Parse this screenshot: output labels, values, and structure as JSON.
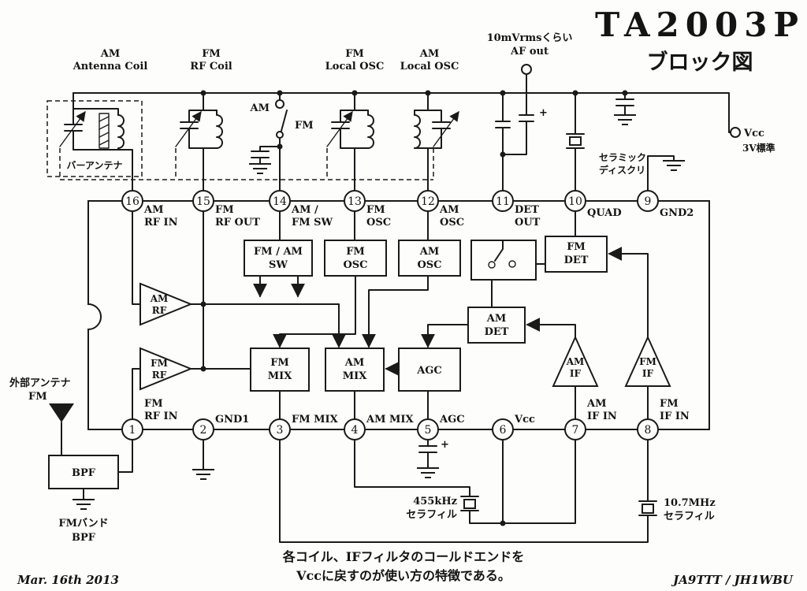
{
  "colors": {
    "ink": "#1a1a1a",
    "paper": "#fdfdfb"
  },
  "title": "TA2003P",
  "subtitle": "ブロック図",
  "af_out": {
    "level": "10mVrmsくらい",
    "label": "AF out"
  },
  "coils": {
    "am_antenna": [
      "AM",
      "Antenna Coil"
    ],
    "fm_rf": [
      "FM",
      "RF Coil"
    ],
    "fm_local": [
      "FM",
      "Local OSC"
    ],
    "am_local": [
      "AM",
      "Local OSC"
    ],
    "bar_antenna": "バーアンテナ"
  },
  "band_switch": {
    "am": "AM",
    "fm": "FM"
  },
  "power": {
    "vcc": "Vcc",
    "standard": "3V標準"
  },
  "discriminator": [
    "セラミック",
    "ディスクリ"
  ],
  "ic": {
    "pins_top": [
      {
        "num": "16",
        "label": [
          "AM",
          "RF IN"
        ]
      },
      {
        "num": "15",
        "label": [
          "FM",
          "RF OUT"
        ]
      },
      {
        "num": "14",
        "label": [
          "AM /",
          "FM SW"
        ]
      },
      {
        "num": "13",
        "label": [
          "FM",
          "OSC"
        ]
      },
      {
        "num": "12",
        "label": [
          "AM",
          "OSC"
        ]
      },
      {
        "num": "11",
        "label": [
          "DET",
          "OUT"
        ]
      },
      {
        "num": "10",
        "label": [
          "QUAD"
        ]
      },
      {
        "num": "9",
        "label": [
          "GND2"
        ]
      }
    ],
    "pins_bottom": [
      {
        "num": "1",
        "label": [
          "FM",
          "RF IN"
        ]
      },
      {
        "num": "2",
        "label": [
          "GND1"
        ]
      },
      {
        "num": "3",
        "label": [
          "FM MIX"
        ]
      },
      {
        "num": "4",
        "label": [
          "AM MIX"
        ]
      },
      {
        "num": "5",
        "label": [
          "AGC"
        ]
      },
      {
        "num": "6",
        "label": [
          "Vcc"
        ]
      },
      {
        "num": "7",
        "label": [
          "AM",
          "IF IN"
        ]
      },
      {
        "num": "8",
        "label": [
          "FM",
          "IF IN"
        ]
      }
    ],
    "blocks": {
      "fm_am_sw": [
        "FM / AM",
        "SW"
      ],
      "fm_osc": [
        "FM",
        "OSC"
      ],
      "am_osc": [
        "AM",
        "OSC"
      ],
      "fm_det": [
        "FM",
        "DET"
      ],
      "am_det": [
        "AM",
        "DET"
      ],
      "am_rf": [
        "AM",
        "RF"
      ],
      "fm_rf": [
        "FM",
        "RF"
      ],
      "fm_mix": [
        "FM",
        "MIX"
      ],
      "am_mix": [
        "AM",
        "MIX"
      ],
      "agc": [
        "AGC"
      ],
      "am_if": [
        "AM",
        "IF"
      ],
      "fm_if": [
        "FM",
        "IF"
      ]
    }
  },
  "external": {
    "antenna": [
      "外部アンテナ",
      "FM"
    ],
    "bpf_box": "BPF",
    "bpf_label": [
      "FMバンド",
      "BPF"
    ],
    "filter_455": [
      "455kHz",
      "セラフィル"
    ],
    "filter_107": [
      "10.7MHz",
      "セラフィル"
    ]
  },
  "symbols": {
    "plus": "+"
  },
  "footer": {
    "note": [
      "各コイル、IFフィルタのコールドエンドを",
      "Vccに戻すのが使い方の特徴である。"
    ],
    "date": "Mar. 16th 2013",
    "credit": "JA9TTT / JH1WBU"
  }
}
